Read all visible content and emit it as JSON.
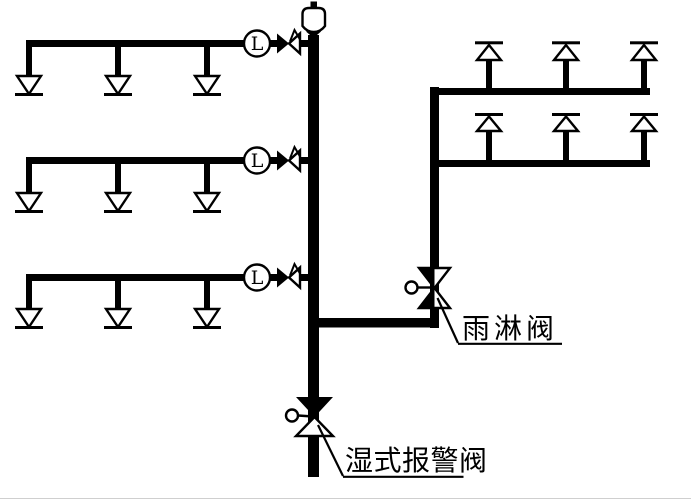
{
  "diagram": {
    "background_color": "#ffffff",
    "line_color": "#000000",
    "flow_indicators": [
      {
        "letter": "L"
      },
      {
        "letter": "L"
      },
      {
        "letter": "L"
      }
    ],
    "callouts": {
      "deluge_valve": "雨淋阀",
      "wet_alarm_valve": "湿式报警阀"
    }
  }
}
